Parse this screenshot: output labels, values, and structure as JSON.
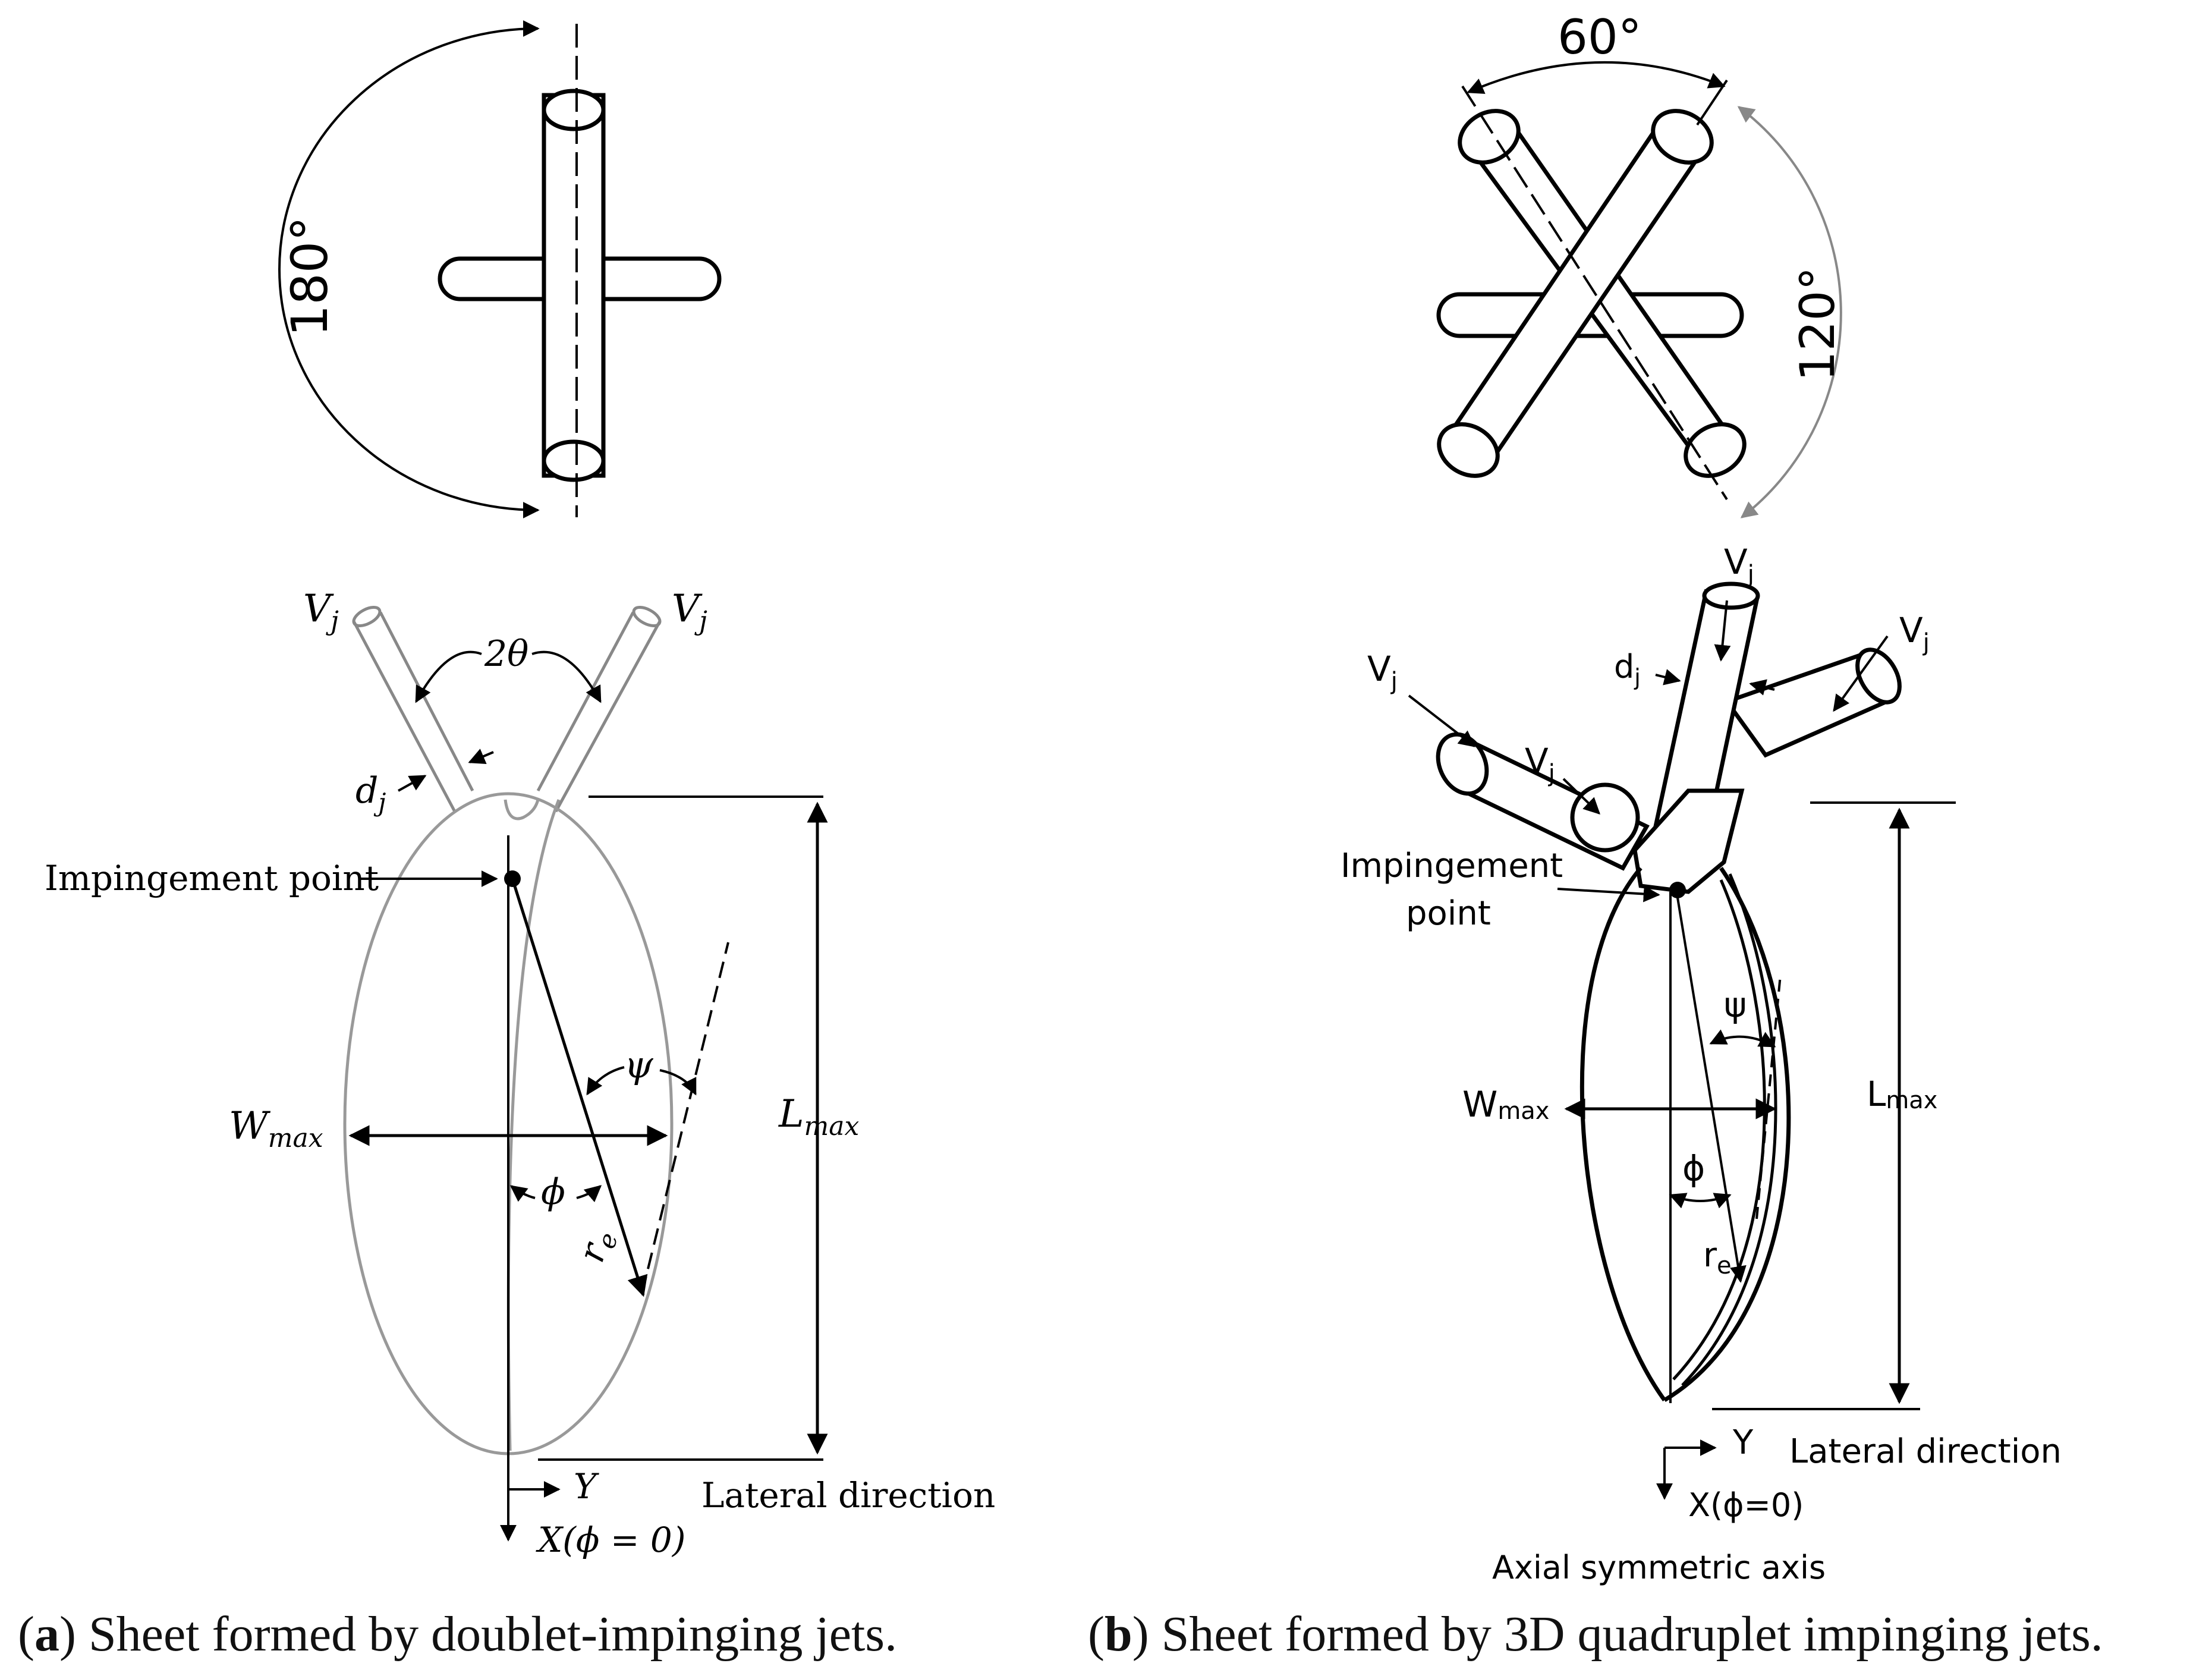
{
  "panel_a": {
    "angle_label": "180°",
    "vj_left": "V",
    "vj_right": "V",
    "vj_sub": "j",
    "two_theta": "2θ",
    "dj": "d",
    "dj_sub": "j",
    "impingement": "Impingement point",
    "wmax": "W",
    "wmax_sub": "max",
    "lmax": "L",
    "lmax_sub": "max",
    "psi": "ψ",
    "phi": "ϕ",
    "re": "r",
    "re_sub": "e",
    "axis_y": "Y",
    "axis_x": "X(ϕ = 0)",
    "lateral": "Lateral direction",
    "caption_letter": "a",
    "caption_text": "Sheet formed by doublet-impinging jets."
  },
  "panel_b": {
    "angle_60": "60°",
    "angle_120": "120°",
    "vj": "V",
    "vj_sub": "j",
    "dj": "d",
    "dj_sub": "j",
    "impingement_line1": "Impingement",
    "impingement_line2": "point",
    "wmax": "W",
    "wmax_sub": "max",
    "lmax": "L",
    "lmax_sub": "max",
    "psi": "ψ",
    "phi": "ϕ",
    "re": "r",
    "re_sub": "e",
    "axis_y": "Y",
    "axis_x": "X(ϕ=0)",
    "lateral": "Lateral direction",
    "axial": "Axial symmetric axis",
    "caption_letter": "b",
    "caption_text": "Sheet formed by 3D quadruplet impinging jets."
  }
}
